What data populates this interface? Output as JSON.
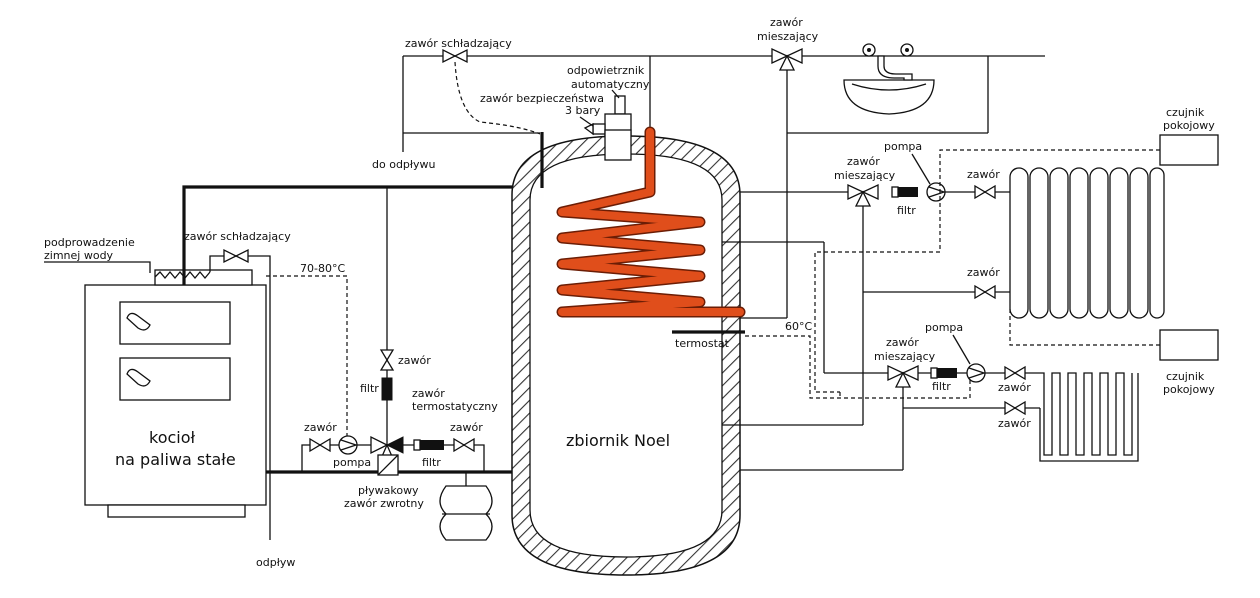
{
  "labels": {
    "zawor_schladzajacy_top": "zawór schładzający",
    "zawor_mieszajacy_top_1": "zawór",
    "zawor_mieszajacy_top_2": "mieszający",
    "odpowietrznik_1": "odpowietrznik",
    "odpowietrznik_2": "automatyczny",
    "zawor_bezpieczenstwa_1": "zawór bezpieczeństwa",
    "zawor_bezpieczenstwa_2": "3 bary",
    "do_odplywu": "do odpływu",
    "podprowadzenie_1": "podprowadzenie",
    "podprowadzenie_2": "zimnej wody",
    "zawor_schladzajacy_boiler": "zawór schładzający",
    "temp_70_80": "70-80°C",
    "kociol_1": "kocioł",
    "kociol_2": "na paliwa stałe",
    "odplyw": "odpływ",
    "zawor_left": "zawór",
    "pompa_left": "pompa",
    "zawor_upper_mid": "zawór",
    "filtr_upper_mid": "filtr",
    "zawor_termo_1": "zawór",
    "zawor_termo_2": "termostatyczny",
    "zawor_right_mid": "zawór",
    "filtr_lower_mid": "filtr",
    "plywakowy_1": "pływakowy",
    "plywakowy_2": "zawór zwrotny",
    "zbiornik": "zbiornik Noel",
    "termostat": "termostat",
    "temp_60": "60°C",
    "czujnik_top_1": "czujnik",
    "czujnik_top_2": "pokojowy",
    "pompa_top_right": "pompa",
    "zawor_mieszajacy_r1_1": "zawór",
    "zawor_mieszajacy_r1_2": "mieszający",
    "filtr_r1": "filtr",
    "zawor_r1_a": "zawór",
    "zawor_r1_b": "zawór",
    "pompa_bottom_right": "pompa",
    "zawor_mieszajacy_r2_1": "zawór",
    "zawor_mieszajacy_r2_2": "mieszający",
    "filtr_r2": "filtr",
    "zawor_r2_a": "zawór",
    "zawor_r2_b": "zawór",
    "czujnik_bottom_1": "czujnik",
    "czujnik_bottom_2": "pokojowy"
  },
  "colors": {
    "coil": "#e04e1b",
    "coil_edge": "#6b1d05",
    "hatch": "#333333"
  }
}
